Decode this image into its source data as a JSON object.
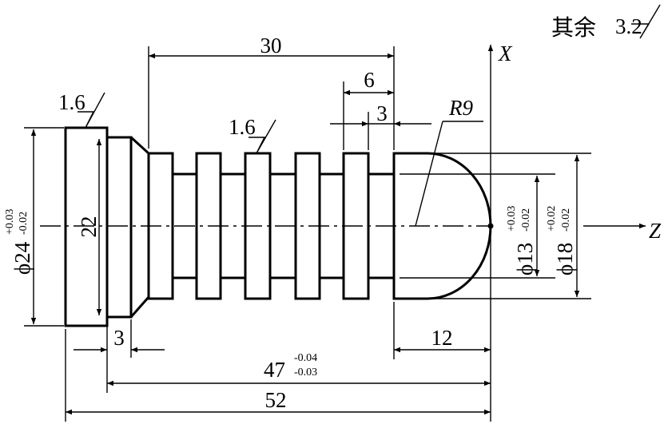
{
  "dimensions": {
    "length_30": "30",
    "length_6": "6",
    "length_3_top": "3",
    "radius_label": "R9",
    "dia_24_symbol": "ϕ24",
    "dia_24_tol_upper": "+0.03",
    "dia_24_tol_lower": "-0.02",
    "dia_22": "22",
    "dia_13_symbol": "ϕ13",
    "dia_13_tol_upper": "+0.03",
    "dia_13_tol_lower": "-0.02",
    "dia_18_symbol": "ϕ18",
    "dia_18_tol_upper": "+0.02",
    "dia_18_tol_lower": "-0.02",
    "length_3_bottom": "3",
    "length_12": "12",
    "length_47": "47",
    "length_47_tol_upper": "-0.04",
    "length_47_tol_lower": "-0.03",
    "length_52": "52"
  },
  "roughness": {
    "left_value": "1.6",
    "mid_value": "1.6",
    "rest_label": "其余",
    "rest_value": "3.2"
  },
  "axes": {
    "x_label": "X",
    "z_label": "Z"
  }
}
